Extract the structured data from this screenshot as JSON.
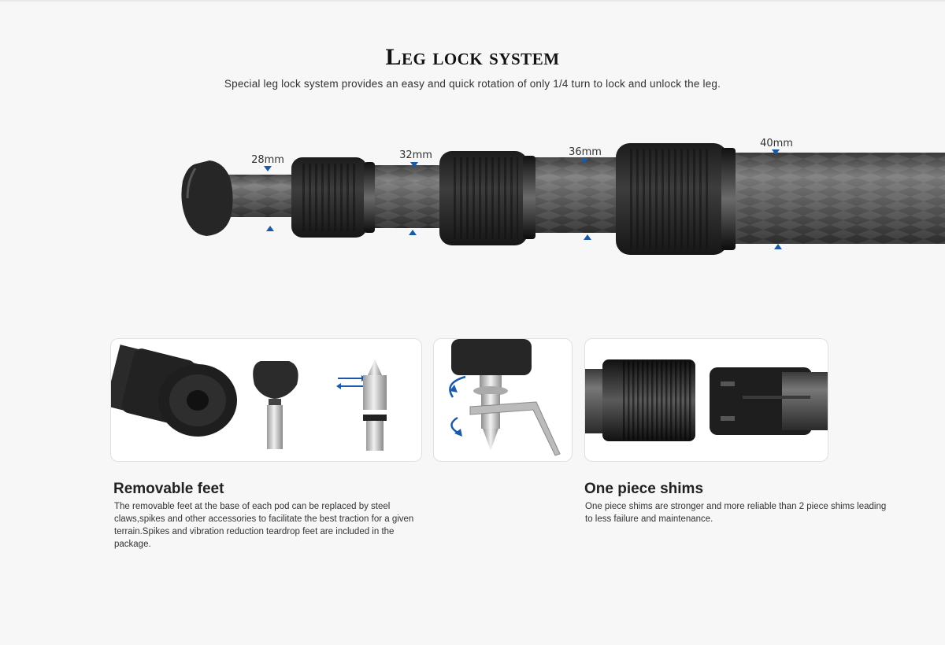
{
  "header": {
    "title": "Leg lock system",
    "subtitle": "Special leg lock system provides an easy and quick rotation of only 1/4 turn to  lock and unlock the leg."
  },
  "leg": {
    "sections": [
      {
        "label": "28mm"
      },
      {
        "label": "32mm"
      },
      {
        "label": "36mm"
      },
      {
        "label": "40mm"
      }
    ],
    "accent_color": "#1a5aa8"
  },
  "features": {
    "feet": {
      "title": "Removable feet",
      "text": "The removable feet at the base of each pod can be replaced by steel claws,spikes and other accessories to facilitate the best traction for a given terrain.Spikes and vibration reduction teardrop feet are included in the package."
    },
    "shims": {
      "title": "One piece shims",
      "text": "One piece shims are stronger and more reliable than 2 piece shims leading to less failure and maintenance."
    }
  }
}
